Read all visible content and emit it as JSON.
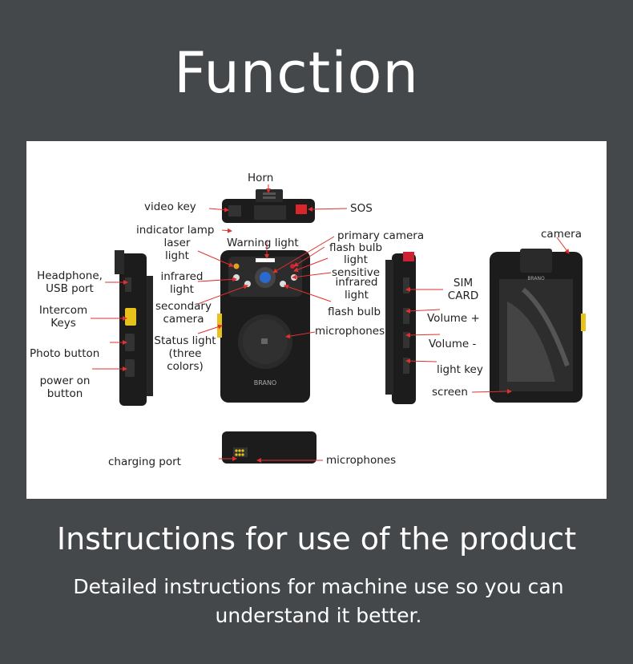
{
  "title": "Function",
  "labels": {
    "horn": "Horn",
    "video_key": "video key",
    "sos": "SOS",
    "indicator_lamp": "indicator lamp",
    "laser_light_1": "laser",
    "laser_light_2": "light",
    "warning_light": "Warning light",
    "primary_camera": "primary camera",
    "flash_bulb_top": "flash bulb",
    "light_sensitive_1": "light",
    "light_sensitive_2": "sensitive",
    "infrared_light_right_1": "infrared",
    "infrared_light_right_2": "light",
    "flash_bulb_bottom": "flash bulb",
    "camera": "camera",
    "headphone_1": "Headphone,",
    "headphone_2": "USB port",
    "infrared_left_1": "infrared",
    "infrared_left_2": "light",
    "intercom_1": "Intercom",
    "intercom_2": "Keys",
    "secondary_camera_1": "secondary",
    "secondary_camera_2": "camera",
    "photo_button": "Photo button",
    "status_light_1": "Status light",
    "status_light_2": "(three",
    "status_light_3": "colors)",
    "power_on_1": "power on",
    "power_on_2": "button",
    "microphones_front": "microphones",
    "sim_card_1": "SIM",
    "sim_card_2": "CARD",
    "volume_up": "Volume +",
    "volume_down": "Volume -",
    "light_key": "light key",
    "screen": "screen",
    "charging_port": "charging port",
    "microphones_bottom": "microphones"
  },
  "device_brand": "BRANO",
  "heading": "Instructions for use of the product",
  "subtitle_line1": "Detailed instructions for machine use so you can",
  "subtitle_line2": "understand it better.",
  "colors": {
    "background": "#45484b",
    "panel": "#ffffff",
    "arrow": "#e03030",
    "device": "#1c1c1c",
    "accent_yellow": "#e6c21a",
    "sos_red": "#d9262b"
  }
}
